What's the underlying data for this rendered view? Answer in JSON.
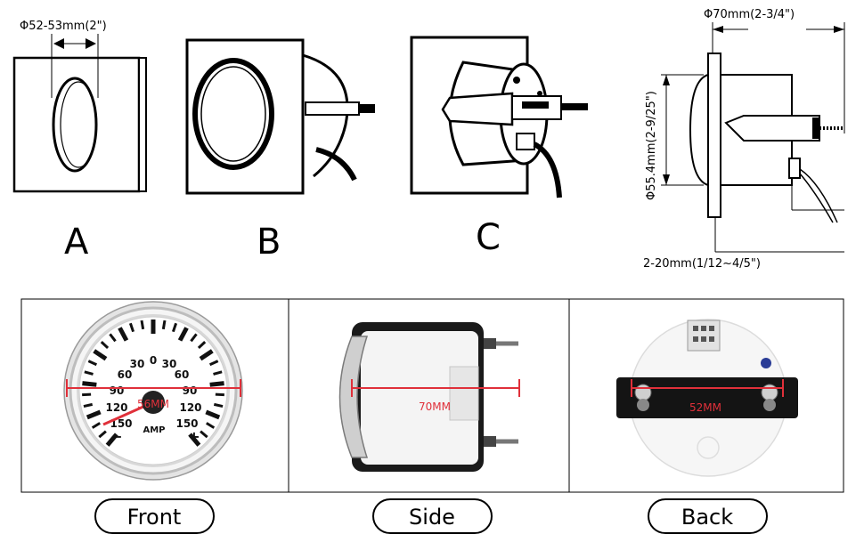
{
  "install_steps": {
    "hole_dimension": "Φ52-53mm(2\")",
    "labels": [
      "A",
      "B",
      "C"
    ]
  },
  "dimension_drawing": {
    "outer_diameter": "Φ70mm(2-3/4\")",
    "body_diameter": "Φ55.4mm(2-9/25\")",
    "panel_thickness": "2-20mm(1/12~4/5\")"
  },
  "gauge": {
    "unit": "AMP",
    "minus_sign": "−",
    "plus_sign": "+",
    "left_scale": [
      "0",
      "30",
      "60",
      "90",
      "120",
      "150"
    ],
    "right_scale": [
      "30",
      "60",
      "90",
      "120",
      "150"
    ]
  },
  "photos": {
    "front": {
      "label": "Front",
      "measure": "56MM"
    },
    "side": {
      "label": "Side",
      "measure": "70MM"
    },
    "back": {
      "label": "Back",
      "measure": "52MM"
    }
  },
  "colors": {
    "measure_line": "#e0303a",
    "needle": "#e0303a"
  }
}
